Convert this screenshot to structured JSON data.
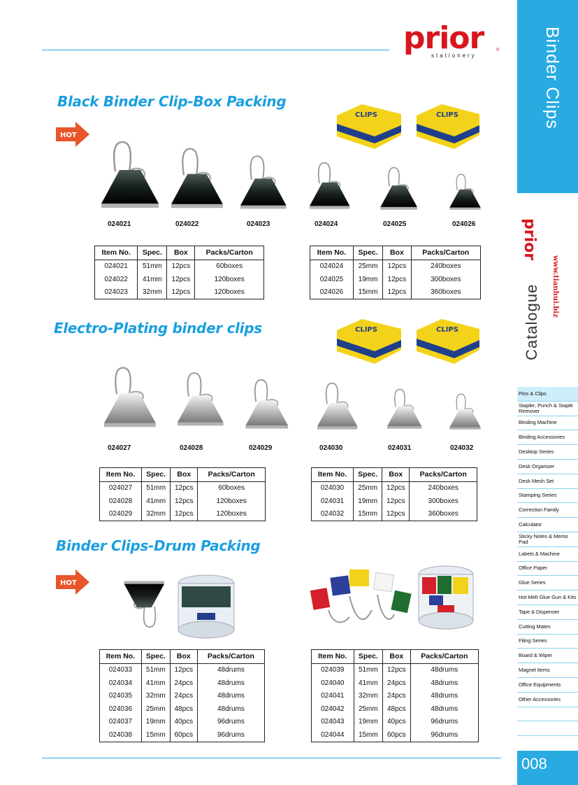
{
  "brand": {
    "name": "prior",
    "tagline": "stationery",
    "reg": "®"
  },
  "band": {
    "title": "Binder Clips"
  },
  "side": {
    "logo": "prior",
    "catalogue": "Catalogue",
    "website": "www.tianhui.biz"
  },
  "nav": {
    "items": [
      "Pins & Clips",
      "Stapler, Punch & Staple Remover",
      "Binding Machine",
      "Binding Accessories",
      "Desktop Series",
      "Desk Organizer",
      "Desk Mesh Set",
      "Stamping Series",
      "Correction Family",
      "Calculator",
      "Sticky Notes & Memo Pad",
      "Labels & Machine",
      "Office Paper",
      "Glue Series",
      "Hot Melt Glue Gun & Kits",
      "Tape & Dispenser",
      "Cutting Mates",
      "Filing Series",
      "Board & Wiper",
      "Magnet Items",
      "Office Equipments",
      "Other Accessories"
    ]
  },
  "page_number": "008",
  "hot_label": "HOT",
  "sections": [
    {
      "title": "Black Binder Clip-Box Packing",
      "box_text": "CLIPS",
      "items": [
        "024021",
        "024022",
        "024023",
        "024024",
        "024025",
        "024026"
      ],
      "headers": [
        "Item No.",
        "Spec.",
        "Box",
        "Packs/Carton"
      ],
      "left": [
        [
          "024021",
          "51mm",
          "12pcs",
          "60boxes"
        ],
        [
          "024022",
          "41mm",
          "12pcs",
          "120boxes"
        ],
        [
          "024023",
          "32mm",
          "12pcs",
          "120boxes"
        ]
      ],
      "right": [
        [
          "024024",
          "25mm",
          "12pcs",
          "240boxes"
        ],
        [
          "024025",
          "19mm",
          "12pcs",
          "300boxes"
        ],
        [
          "024026",
          "15mm",
          "12pcs",
          "360boxes"
        ]
      ]
    },
    {
      "title": "Electro-Plating binder clips",
      "box_text": "CLIPS",
      "items": [
        "024027",
        "024028",
        "024029",
        "024030",
        "024031",
        "024032"
      ],
      "headers": [
        "Item No.",
        "Spec.",
        "Box",
        "Packs/Carton"
      ],
      "left": [
        [
          "024027",
          "51mm",
          "12pcs",
          "60boxes"
        ],
        [
          "024028",
          "41mm",
          "12pcs",
          "120boxes"
        ],
        [
          "024029",
          "32mm",
          "12pcs",
          "120boxes"
        ]
      ],
      "right": [
        [
          "024030",
          "25mm",
          "12pcs",
          "240boxes"
        ],
        [
          "024031",
          "19mm",
          "12pcs",
          "300boxes"
        ],
        [
          "024032",
          "15mm",
          "12pcs",
          "360boxes"
        ]
      ]
    },
    {
      "title": "Binder Clips-Drum Packing",
      "headers": [
        "Item No.",
        "Spec.",
        "Box",
        "Packs/Carton"
      ],
      "left": [
        [
          "024033",
          "51mm",
          "12pcs",
          "48drums"
        ],
        [
          "024034",
          "41mm",
          "24pcs",
          "48drums"
        ],
        [
          "024035",
          "32mm",
          "24pcs",
          "48drums"
        ],
        [
          "024036",
          "25mm",
          "48pcs",
          "48drums"
        ],
        [
          "024037",
          "19mm",
          "40pcs",
          "96drums"
        ],
        [
          "024038",
          "15mm",
          "60pcs",
          "96drums"
        ]
      ],
      "right": [
        [
          "024039",
          "51mm",
          "12pcs",
          "48drums"
        ],
        [
          "024040",
          "41mm",
          "24pcs",
          "48drums"
        ],
        [
          "024041",
          "32mm",
          "24pcs",
          "48drums"
        ],
        [
          "024042",
          "25mm",
          "48pcs",
          "48drums"
        ],
        [
          "024043",
          "19mm",
          "40pcs",
          "96drums"
        ],
        [
          "024044",
          "15mm",
          "60pcs",
          "96drums"
        ]
      ]
    }
  ]
}
